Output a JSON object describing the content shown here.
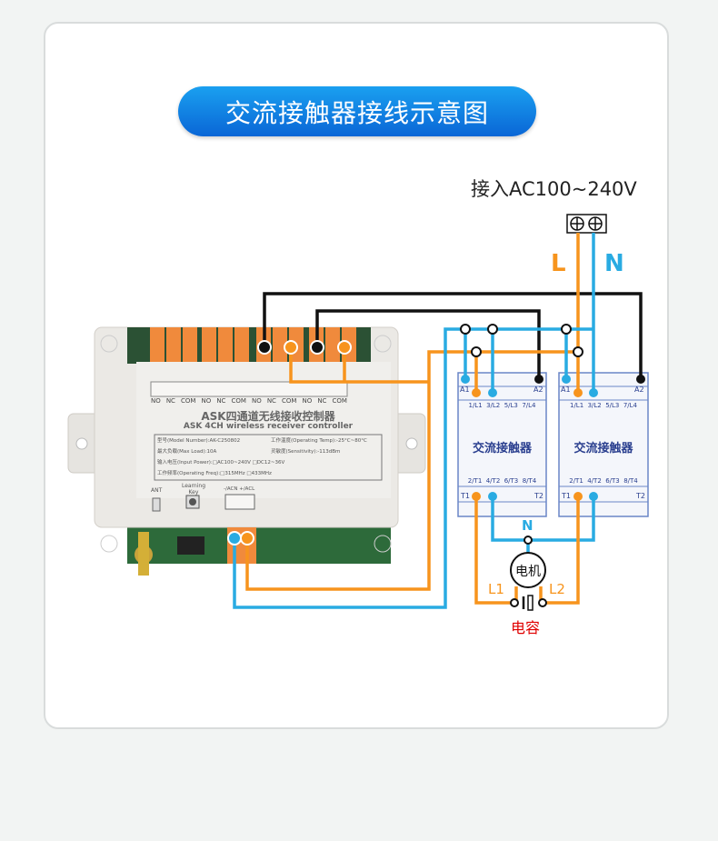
{
  "title": "交流接触器接线示意图",
  "power_input": "接入AC100~240V",
  "line_label": "L",
  "neutral_label": "N",
  "colors": {
    "live": "#f7941d",
    "neutral": "#29abe2",
    "control": "#111111",
    "title_bg": "#0a7de2",
    "capacitor_label": "#e00000"
  },
  "controller": {
    "relay_labels": [
      "NO",
      "NC",
      "COM",
      "NO",
      "NC",
      "COM",
      "NO",
      "NC",
      "COM",
      "NO",
      "NC",
      "COM"
    ],
    "name_cn": "ASK四通道无线接收控制器",
    "name_en": "ASK 4CH wireless receiver controller",
    "specs": [
      "型号(Model Number):AK-C250802",
      "工作温度(Operating Temp):-25°C~80°C",
      "最大负载(Max Load):10A",
      "灵敏度(Sensitivity):-113dBm",
      "输入电压(Input Power):□AC100~240V □DC12~36V",
      "工作频率(Operating Freq):□315MHz □433MHz"
    ],
    "ant_label": "ANT",
    "learning_key": "Learning Key",
    "power_terminal": "-/ACN +/ACL"
  },
  "contactors": [
    {
      "top_terminals": [
        "A1",
        "A2"
      ],
      "top_labels": "1/L1  3/L2  5/L3  7/L4",
      "name": "交流接触器",
      "bottom_labels": "2/T1  4/T2  6/T3  8/T4",
      "bottom_terminals": [
        "T1",
        "T2"
      ]
    },
    {
      "top_terminals": [
        "A1",
        "A2"
      ],
      "top_labels": "1/L1  3/L2  5/L3  7/L4",
      "name": "交流接触器",
      "bottom_labels": "2/T1  4/T2  6/T3  8/T4",
      "bottom_terminals": [
        "T1",
        "T2"
      ]
    }
  ],
  "motor": {
    "label": "电机",
    "n_label": "N",
    "l1_label": "L1",
    "l2_label": "L2"
  },
  "capacitor_label": "电容"
}
